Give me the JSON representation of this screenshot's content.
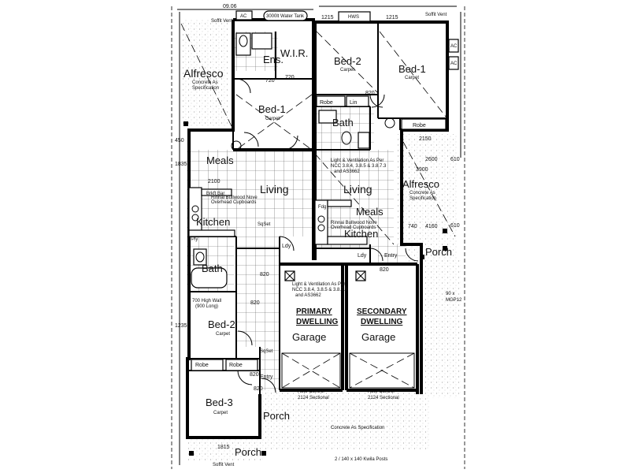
{
  "rooms": {
    "alfresco_left": "Alfresco",
    "alfresco_left_note1": "Concrete As",
    "alfresco_left_note2": "Specification",
    "ens": "Ens.",
    "wir": "W.I.R.",
    "bed1_primary": "Bed-1",
    "bed2_secondary": "Bed-2",
    "bed1_secondary": "Bed-1",
    "carpet": "Carpet",
    "robe": "Robe",
    "lin": "Lin",
    "bath": "Bath",
    "meals": "Meals",
    "living": "Living",
    "kitchen": "Kitchen",
    "alfresco_right": "Alfresco",
    "alfresco_right_note1": "Concrete As",
    "alfresco_right_note2": "Specification",
    "ldy": "Ldy",
    "entry": "Entry",
    "porch": "Porch",
    "garage": "Garage",
    "bed2_primary": "Bed-2",
    "bed3_primary": "Bed-3",
    "primary_1": "PRIMARY",
    "primary_2": "DWELLING",
    "secondary_1": "SECONDARY",
    "secondary_2": "DWELLING"
  },
  "labels": {
    "water_tank": "3000lt Water Tank",
    "hws": "HWS",
    "ac": "AC",
    "soffit_vent": "Soffit Vent",
    "concrete_spec": "Concrete As Specification",
    "posts": "2 / 140 x 140 Kwila Posts",
    "auto_control": "Auto-Control",
    "sectional": "2124 Sectional",
    "light_vent_1": "Light & Ventilation As Per",
    "light_vent_2": "NCC 3.8.4, 3.8.5 & 3.8.7.3",
    "light_vent_3": "and AS3662",
    "rangehood_1": "Rinnai Bullwood Nove",
    "rangehood_2": "Overhead Cupboards",
    "fridge": "Fdg",
    "pantry": "Ply",
    "sink": "SqSet",
    "wall_note_1": "700 High Wall",
    "wall_note_2": "(900 Long)",
    "brk_bar": "Brkft Bar",
    "mgp": "90 x",
    "mgp2": "MGP12"
  },
  "dims": {
    "d0906": "09.06",
    "d1215a": "1215",
    "d1215b": "1215",
    "d720a": "720",
    "d720b": "720",
    "d820a": "820",
    "d820b": "820",
    "d820c": "820",
    "d820d": "820",
    "d820e": "820",
    "d820f": "820",
    "d2150": "2150",
    "d2600": "2600",
    "d3900": "3900",
    "d4160": "4160",
    "d2100": "2100",
    "d450": "450",
    "d1835a": "1835",
    "d610a": "610",
    "d610b": "610",
    "d740": "740",
    "d1815": "1815",
    "d1235": "1235"
  }
}
